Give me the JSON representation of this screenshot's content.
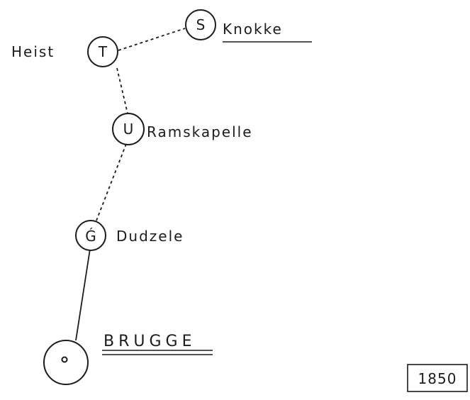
{
  "nodes": {
    "knokke": {
      "letter": "S",
      "label": "Knokke"
    },
    "heist": {
      "letter": "T",
      "label": "Heist"
    },
    "ramskapelle": {
      "letter": "U",
      "label": "Ramskapelle"
    },
    "dudzele": {
      "letter": "Ǵ",
      "label": "Dudzele"
    },
    "brugge": {
      "label": "BRUGGE"
    }
  },
  "year": "1850"
}
